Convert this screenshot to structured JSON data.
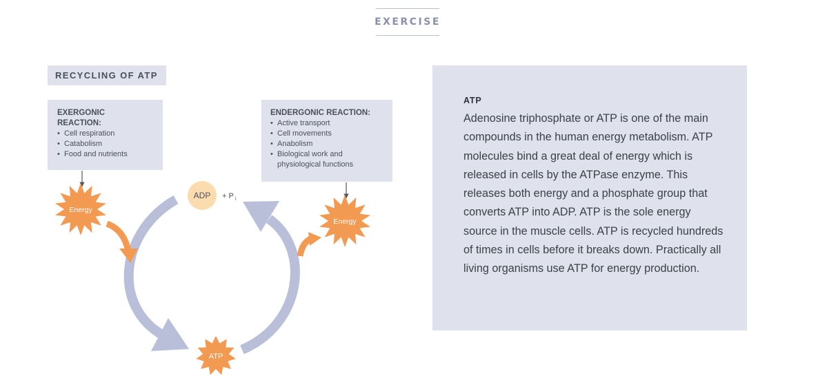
{
  "header": {
    "label": "EXERCISE"
  },
  "section": {
    "title": "RECYCLING OF ATP"
  },
  "exergonic": {
    "title": "EXERGONIC REACTION:",
    "items": [
      "Cell respiration",
      "Catabolism",
      "Food and nutrients"
    ]
  },
  "endergonic": {
    "title": "ENDERGONIC REACTION:",
    "items": [
      "Active transport",
      "Cell movements",
      "Anabolism",
      "Biological work and physiological functions"
    ]
  },
  "cycle": {
    "adp_label": "ADP",
    "pi_label": "+ P",
    "pi_subscript": "i",
    "atp_label": "ATP",
    "energy_in_label": "Energy",
    "energy_out_label": "Energy"
  },
  "info": {
    "title": "ATP",
    "body": "Adenosine triphosphate or ATP is one of the main compounds in the human energy metabolism. ATP molecules bind a great deal of energy which is released in cells by the ATPase enzyme. This releases both energy and a phosphate group that converts ATP into ADP. ATP is the sole energy source in the muscle cells. ATP is recycled hundreds of times in cells before it breaks down. Practically all living organisms use ATP for energy production."
  },
  "colors": {
    "panel": "#dfe2ec",
    "cycle_arrow": "#b9bfd8",
    "energy_burst": "#f29a52",
    "adp_circle": "#fbdcae"
  }
}
